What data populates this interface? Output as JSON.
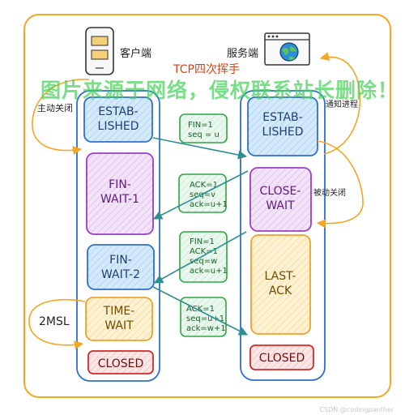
{
  "title": "TCP四次挥手",
  "client": {
    "label": "客户端",
    "icon": "phone-icon"
  },
  "server": {
    "label": "服务端",
    "icon": "browser-globe-icon"
  },
  "client_states": [
    "ESTAB-|LISHED",
    "FIN-|WAIT-1",
    "FIN-|WAIT-2",
    "TIME-|WAIT",
    "CLOSED"
  ],
  "server_states": [
    "ESTAB-|LISHED",
    "CLOSE-|WAIT",
    "LAST-|ACK",
    "CLOSED"
  ],
  "messages": [
    {
      "lines": [
        "FIN=1",
        "seq = u"
      ],
      "direction": "client-to-server"
    },
    {
      "lines": [
        "ACK=1",
        "seq=v",
        "ack=u+1"
      ],
      "direction": "server-to-client"
    },
    {
      "lines": [
        "FIN=1",
        "ACK=1",
        "seq=w",
        "ack=u+1"
      ],
      "direction": "server-to-client"
    },
    {
      "lines": [
        "ACK=1",
        "seq=u+1",
        "ack=w+1"
      ],
      "direction": "client-to-server"
    }
  ],
  "annotations": {
    "active_close": "主动关闭",
    "notify_process": "通知进程",
    "passive_close": "被动关闭",
    "msl": "2MSL"
  },
  "watermark": "图片来源于网络，侵权联系站长删除！",
  "footer": "CSDN @codingpanther",
  "colors": {
    "frame": "#f5a623",
    "lane": "#2f6fd0",
    "blue_fill": "#d4e9fa",
    "purple_fill": "#f0dcf7",
    "purple_stroke": "#9a3fc9",
    "orange_fill": "#fdf0cc",
    "orange_stroke": "#f0a030",
    "red_fill": "#fde0e0",
    "red_stroke": "#d62828",
    "green_fill": "#e7f7ec",
    "green_stroke": "#2fa644",
    "arrow": "#2f8f8f",
    "title": "#d0451b",
    "watermark": "#46d35a"
  }
}
